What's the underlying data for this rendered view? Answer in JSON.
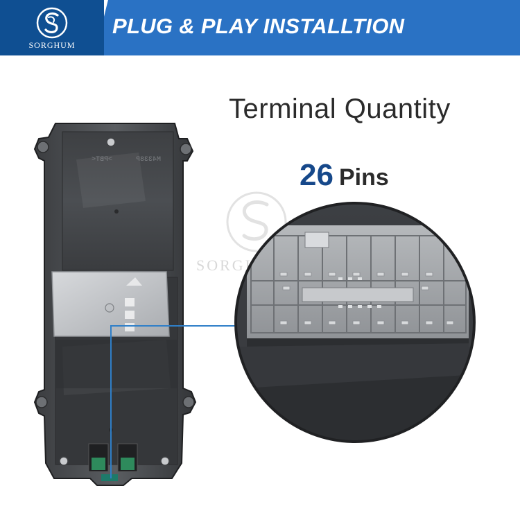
{
  "brand": {
    "name": "SORGHUM",
    "logo_icon": "sorghum-s-logo",
    "watermark": "SORGHUM"
  },
  "header": {
    "title": "PLUG & PLAY INSTALLTION"
  },
  "info": {
    "title": "Terminal Quantity",
    "pin_count": "26",
    "pin_label": "Pins"
  },
  "product": {
    "part_number": "M4338P",
    "material_code": ">PBT<"
  },
  "colors": {
    "brand_dark": "#0f4f92",
    "brand_light": "#2a72c4",
    "pin_count": "#16488a",
    "callout_line": "#2f7fc8"
  }
}
